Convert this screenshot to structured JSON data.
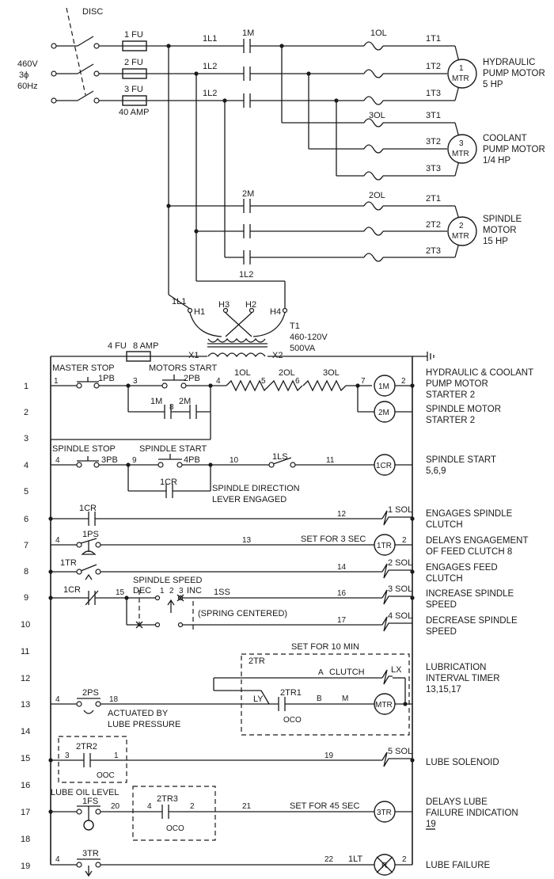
{
  "power": {
    "disc": "DISC",
    "supply": [
      "460V",
      "3ϕ",
      "60Hz"
    ],
    "fuses": [
      "1 FU",
      "2 FU",
      "3 FU"
    ],
    "fuse_rating": "40 AMP",
    "lines": [
      "1L1",
      "1L2",
      "1L2"
    ],
    "line_1l2_upper": "1L2",
    "line_1l1_lower": "1L1",
    "contactors": [
      "1M",
      "2M"
    ],
    "overloads": [
      "1OL",
      "3OL",
      "2OL"
    ]
  },
  "motors": {
    "m1": {
      "num": "1",
      "label": "MTR",
      "terms": [
        "1T1",
        "1T2",
        "1T3"
      ],
      "desc": [
        "HYDRAULIC",
        "PUMP MOTOR",
        "5 HP"
      ]
    },
    "m3": {
      "num": "3",
      "label": "MTR",
      "terms": [
        "3T1",
        "3T2",
        "3T3"
      ],
      "desc": [
        "COOLANT",
        "PUMP MOTOR",
        "1/4 HP"
      ]
    },
    "m2": {
      "num": "2",
      "label": "MTR",
      "terms": [
        "2T1",
        "2T2",
        "2T3"
      ],
      "desc": [
        "SPINDLE",
        "MOTOR",
        "15 HP"
      ]
    }
  },
  "transformer": {
    "name": "T1",
    "rating": [
      "460-120V",
      "500VA"
    ],
    "primary": [
      "H1",
      "H3",
      "H2",
      "H4"
    ],
    "secondary": [
      "X1",
      "X2"
    ],
    "fuse": "4 FU",
    "fuse_rating": "8 AMP"
  },
  "rung_numbers": [
    "1",
    "2",
    "3",
    "4",
    "5",
    "6",
    "7",
    "8",
    "9",
    "10",
    "11",
    "12",
    "13",
    "14",
    "15",
    "16",
    "17",
    "18",
    "19"
  ],
  "wires": {
    "r1": [
      "1",
      "3",
      "4",
      "5",
      "6",
      "7",
      "2",
      "8"
    ],
    "r4": [
      "4",
      "9",
      "10",
      "11"
    ],
    "r6": "12",
    "r7": [
      "4",
      "13",
      "2"
    ],
    "r8": "14",
    "r9": [
      "15",
      "16"
    ],
    "r10": "17",
    "r13": [
      "4",
      "18"
    ],
    "r15": [
      "3",
      "1",
      "19"
    ],
    "r17": [
      "20",
      "4",
      "2",
      "21"
    ],
    "r19": [
      "4",
      "22",
      "2"
    ]
  },
  "devices": {
    "master_stop": "MASTER STOP",
    "pb1": "1PB",
    "motors_start": "MOTORS START",
    "pb2": "2PB",
    "ol_chain": [
      "1OL",
      "2OL",
      "3OL"
    ],
    "coil_1m": "1M",
    "coil_2m": "2M",
    "aux_1m": "1M",
    "aux_2m": "2M",
    "spindle_stop": "SPINDLE STOP",
    "pb3": "3PB",
    "spindle_start": "SPINDLE START",
    "pb4": "4PB",
    "ls1": "1LS",
    "coil_1cr": "1CR",
    "aux_1cr_r5": "1CR",
    "dir_lever": [
      "SPINDLE DIRECTION",
      "LEVER ENGAGED"
    ],
    "cr_r6": "1CR",
    "sol1": "1 SOL",
    "ps1": "1PS",
    "tr_set": "SET FOR 3 SEC",
    "coil_1tr": "1TR",
    "tr1_contact": "1TR",
    "sol2": "2 SOL",
    "cr_r9": "1CR",
    "spindle_speed": "SPINDLE SPEED",
    "dec": "DEC",
    "inc": "INC",
    "sel_pos": [
      "1",
      "2",
      "3"
    ],
    "ss1": "1SS",
    "spring": "(SPRING CENTERED)",
    "sol3": "3 SOL",
    "sol4": "4 SOL",
    "set_10min": "SET FOR 10 MIN",
    "tr2": "2TR",
    "clutch_a": "A",
    "clutch": "CLUTCH",
    "lx": "LX",
    "ly": "LY",
    "tr21": "2TR1",
    "b": "B",
    "m": "M",
    "occ": "OCO",
    "coil_mtr": "MTR",
    "ps2": "2PS",
    "actuated": [
      "ACTUATED BY",
      "LUBE PRESSURE"
    ],
    "tr22": "2TR2",
    "occ2": "OOC",
    "sol5": "5 SOL",
    "lube_oil": "LUBE OIL LEVEL",
    "fs1": "1FS",
    "tr23": "2TR3",
    "occ3": "OCO",
    "set_45": "SET FOR 45 SEC",
    "coil_3tr": "3TR",
    "tr3": "3TR",
    "lt1": "1LT",
    "lamp_r": "R"
  },
  "descriptions": {
    "r1": [
      "HYDRAULIC & COOLANT",
      "PUMP MOTOR",
      "STARTER 2"
    ],
    "r2": [
      "SPINDLE MOTOR",
      "STARTER 2"
    ],
    "r4": [
      "SPINDLE START",
      "5,6,9"
    ],
    "r6": [
      "ENGAGES SPINDLE",
      "CLUTCH"
    ],
    "r7": [
      "DELAYS ENGAGEMENT",
      "OF FEED CLUTCH 8"
    ],
    "r8": [
      "ENGAGES FEED",
      "CLUTCH"
    ],
    "r9": [
      "INCREASE SPINDLE",
      "SPEED"
    ],
    "r10": [
      "DECREASE SPINDLE",
      "SPEED"
    ],
    "r12": [
      "LUBRICATION",
      "INTERVAL TIMER",
      "13,15,17"
    ],
    "r15": [
      "LUBE SOLENOID"
    ],
    "r17": [
      "DELAYS LUBE",
      "FAILURE INDICATION",
      "19"
    ],
    "r19": [
      "LUBE FAILURE"
    ]
  }
}
